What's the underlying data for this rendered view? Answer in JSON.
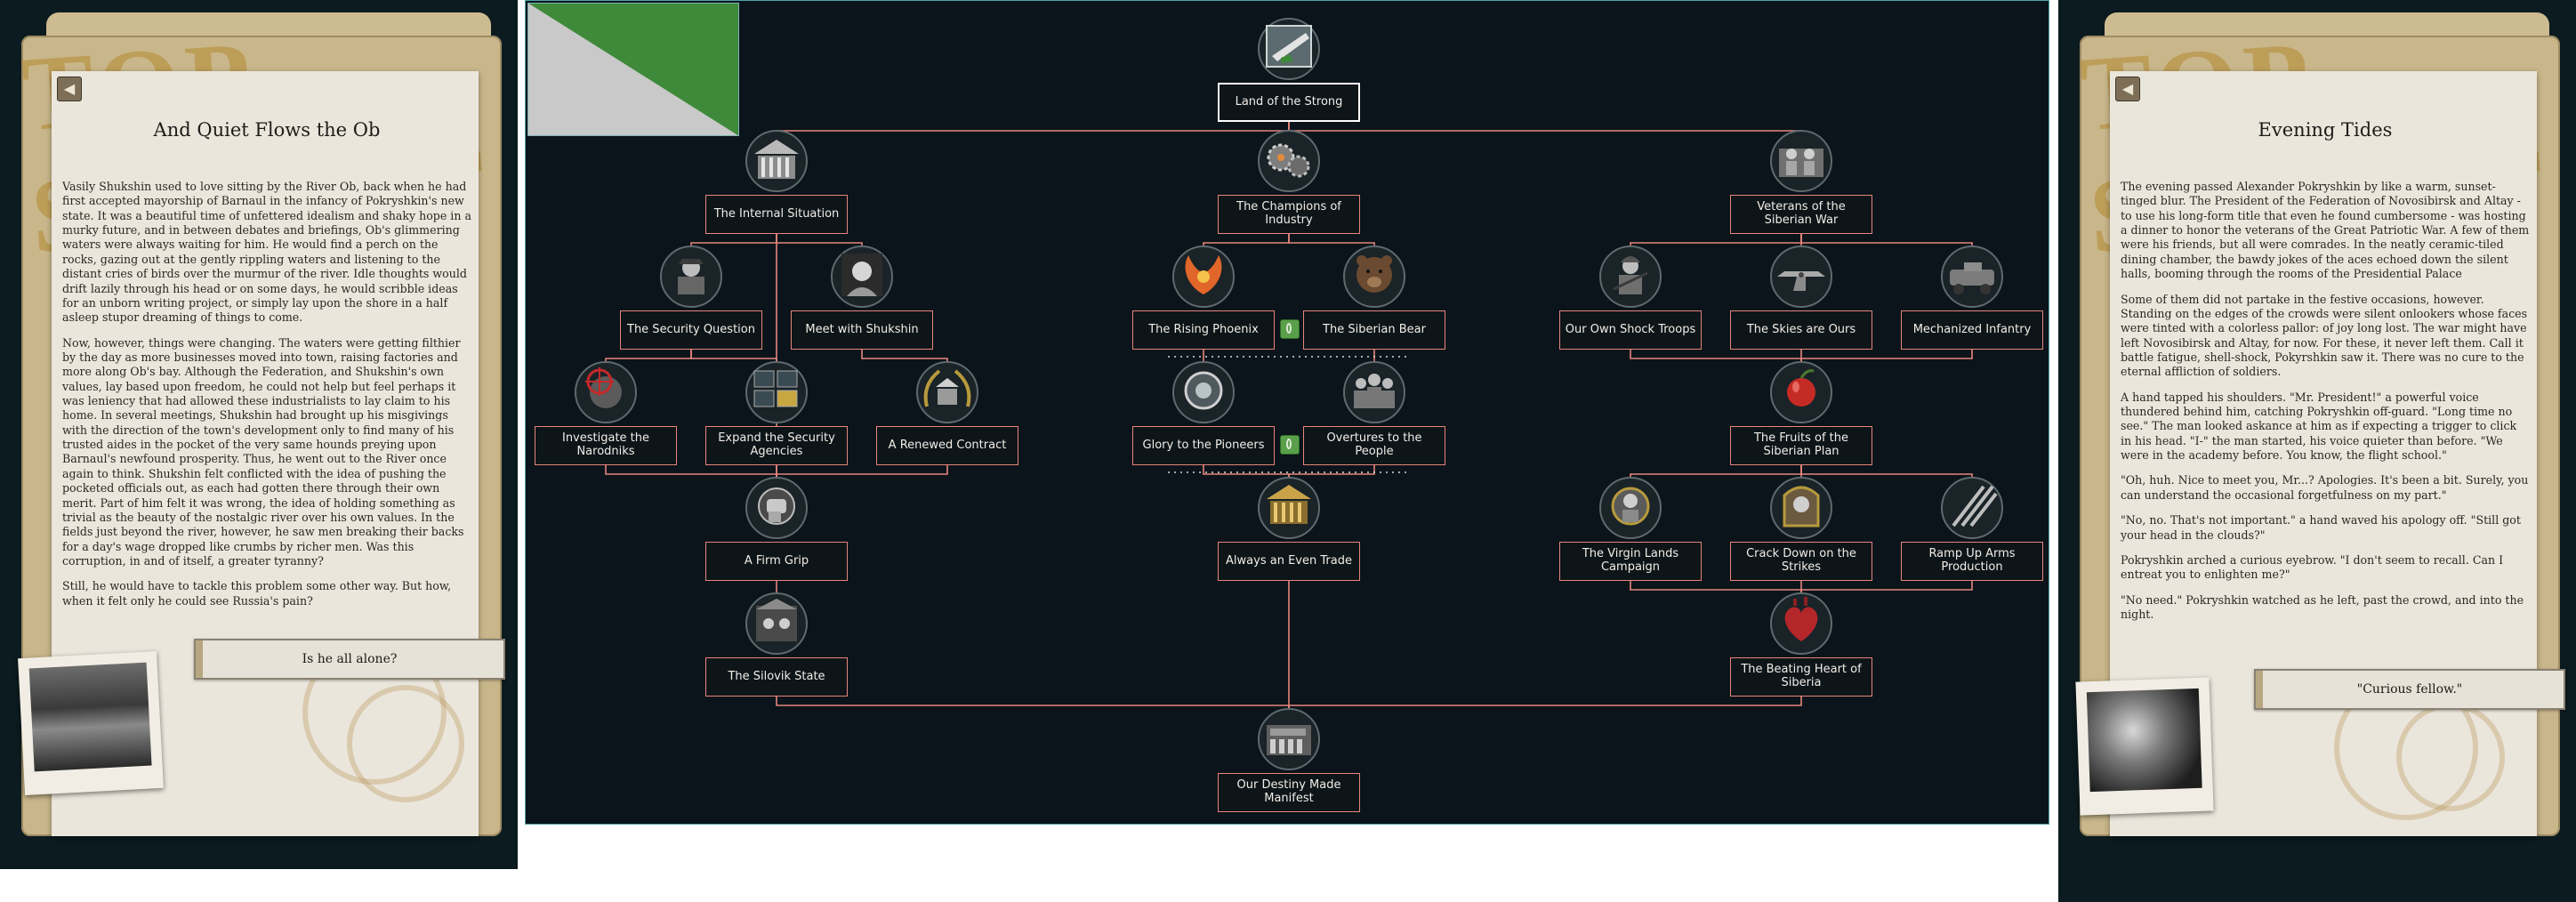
{
  "left_event": {
    "title": "And Quiet Flows the Ob",
    "paragraphs": [
      "Vasily Shukshin used to love sitting by the River Ob, back when he had first accepted mayorship of Barnaul in the infancy of Pokryshkin's new state. It was a beautiful time of unfettered idealism and shaky hope in a murky future, and in between debates and briefings, Ob's glimmering waters were always waiting for him. He would find a perch on the rocks, gazing out at the gently rippling waters and listening to the distant cries of birds over the murmur of the river. Idle thoughts would drift lazily through his head or on some days, he would scribble ideas for an unborn writing project, or simply lay upon the shore in a half asleep stupor dreaming of things to come.",
      "Now, however, things were changing. The waters were getting filthier by the day as more businesses moved into town, raising factories and more along Ob's bay. Although the Federation, and Shukshin's own values, lay based upon freedom, he could not help but feel perhaps it was leniency that had allowed these industrialists to lay claim to his home. In several meetings, Shukshin had brought up his misgivings with the direction of the town's development only to find many of his trusted aides in the pocket of the very same hounds preying upon Barnaul's newfound prosperity. Thus, he went out to the River once again to think. Shukshin felt conflicted with the idea of pushing the pocketed officials out, as each had gotten there through their own merit. Part of him felt it was wrong, the idea of holding something as trivial as the beauty of the nostalgic river over his own values. In the fields just beyond the river, however, he saw men breaking their backs for a day's wage dropped like crumbs by richer men. Was this corruption, in and of itself, a greater tyranny?",
      "Still, he would have to tackle this problem some other way. But how, when it felt only he could see Russia's pain?"
    ],
    "option": "Is he all alone?"
  },
  "right_event": {
    "title": "Evening Tides",
    "paragraphs": [
      "The evening passed Alexander Pokryshkin by like a warm, sunset-tinged blur. The President of the Federation of Novosibirsk and Altay - to use his long-form title that even he found cumbersome - was hosting a dinner to honor the veterans of the Great Patriotic War. A few of them were his friends, but all were comrades. In the neatly ceramic-tiled dining chamber, the bawdy jokes of the aces echoed down the silent halls, booming through the rooms of the Presidential Palace",
      "Some of them did not partake in the festive occasions, however. Standing on the edges of the crowds were silent onlookers whose faces were tinted with a colorless pallor: of joy long lost. The war might have left Novosibirsk and Altay, for now. For these, it never left them. Call it battle fatigue, shell-shock, Pokyrshkin saw it. There was no cure to the eternal affliction of soldiers.",
      "A hand tapped his shoulders. \"Mr. President!\" a powerful voice thundered behind him, catching Pokryshkin off-guard. \"Long time no see.\" The man looked askance at him as if expecting a trigger to click in his head. \"I-\" the man started, his voice quieter than before. \"We were in the academy before. You know, the flight school.\"",
      "\"Oh, huh. Nice to meet you, Mr...? Apologies. It's been a bit. Surely, you can understand the occasional forgetfulness on my part.\"",
      "\"No, no. That's not important.\" a hand waved his apology off. \"Still got your head in the clouds?\"",
      "Pokryshkin arched a curious eyebrow. \"I don't seem to recall. Can I entreat you to enlighten me?\"",
      "\"No need.\" Pokryshkin watched as he left, past the crowd, and into the night."
    ],
    "option": "\"Curious fellow.\""
  },
  "stamp_text": "TOP SECRET",
  "colors": {
    "tree_bg": "#0a141a",
    "tree_border": "#4fa2a8",
    "connector": "#e8857c",
    "flag_green": "#3e8a3a",
    "flag_grey": "#c9c9c9"
  },
  "focus_tree": {
    "focuses": [
      {
        "id": "land_of_the_strong",
        "label": "Land of the Strong",
        "icon": "aircraft-crest-icon",
        "selected": true
      },
      {
        "id": "internal_situation",
        "label": "The Internal Situation",
        "icon": "government-building-icon"
      },
      {
        "id": "champions_of_industry",
        "label": "The Champions of Industry",
        "icon": "gears-icon"
      },
      {
        "id": "veterans_siberian_war",
        "label": "Veterans of the Siberian War",
        "icon": "soldiers-icon"
      },
      {
        "id": "security_question",
        "label": "The Security Question",
        "icon": "security-officer-icon"
      },
      {
        "id": "meet_with_shukshin",
        "label": "Meet with Shukshin",
        "icon": "shukshin-portrait-icon"
      },
      {
        "id": "rising_phoenix",
        "label": "The Rising Phoenix",
        "icon": "phoenix-icon"
      },
      {
        "id": "siberian_bear",
        "label": "The Siberian Bear",
        "icon": "bear-icon"
      },
      {
        "id": "own_shock_troops",
        "label": "Our Own Shock Troops",
        "icon": "soldier-icon"
      },
      {
        "id": "skies_are_ours",
        "label": "The Skies are Ours",
        "icon": "fighter-plane-icon"
      },
      {
        "id": "mechanized_infantry",
        "label": "Mechanized Infantry",
        "icon": "armored-car-icon"
      },
      {
        "id": "investigate_narodniks",
        "label": "Investigate the Narodniks",
        "icon": "crosshair-target-icon"
      },
      {
        "id": "expand_security_agencies",
        "label": "Expand the Security Agencies",
        "icon": "surveillance-monitors-icon"
      },
      {
        "id": "renewed_contract",
        "label": "A Renewed Contract",
        "icon": "laurel-building-icon"
      },
      {
        "id": "glory_to_pioneers",
        "label": "Glory to the Pioneers",
        "icon": "pioneer-emblem-icon"
      },
      {
        "id": "overtures_to_people",
        "label": "Overtures to the People",
        "icon": "crowd-icon"
      },
      {
        "id": "fruits_siberian_plan",
        "label": "The Fruits of the Siberian Plan",
        "icon": "apple-icon"
      },
      {
        "id": "firm_grip",
        "label": "A Firm Grip",
        "icon": "fist-icon"
      },
      {
        "id": "always_even_trade",
        "label": "Always an Even Trade",
        "icon": "treasury-icon"
      },
      {
        "id": "virgin_lands",
        "label": "The Virgin Lands Campaign",
        "icon": "farmer-icon"
      },
      {
        "id": "crack_down_strikes",
        "label": "Crack Down on the Strikes",
        "icon": "riot-officer-icon"
      },
      {
        "id": "ramp_up_arms",
        "label": "Ramp Up Arms Production",
        "icon": "rifles-icon"
      },
      {
        "id": "silovik_state",
        "label": "The Silovik State",
        "icon": "officials-icon"
      },
      {
        "id": "beating_heart_siberia",
        "label": "The Beating Heart of Siberia",
        "icon": "anatomical-heart-icon"
      },
      {
        "id": "destiny_manifest",
        "label": "Our Destiny Made Manifest",
        "icon": "parade-icon"
      }
    ],
    "mutually_exclusive": [
      [
        "rising_phoenix",
        "siberian_bear"
      ],
      [
        "glory_to_pioneers",
        "overtures_to_people"
      ]
    ]
  }
}
